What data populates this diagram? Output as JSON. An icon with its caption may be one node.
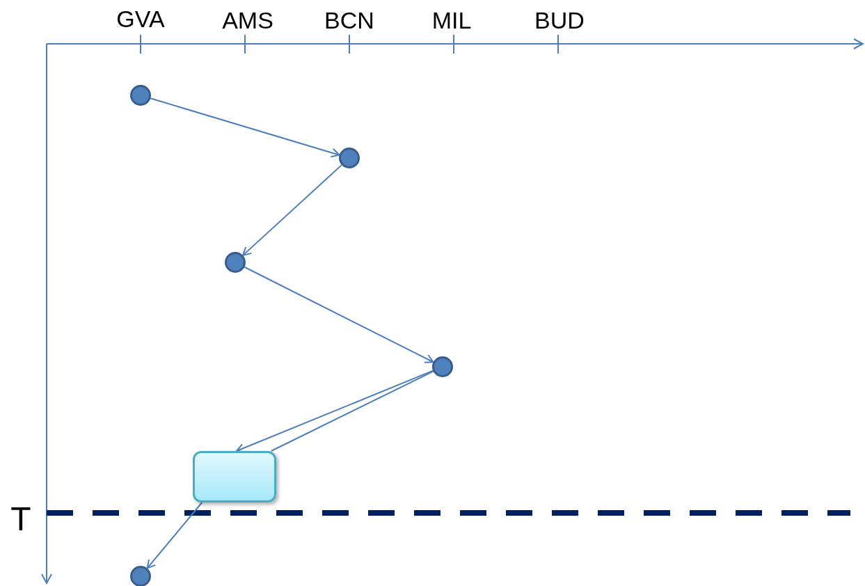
{
  "diagram": {
    "nodes": [
      {
        "text": [],
        "shape": "circle"
      },
      {
        "text": [],
        "shape": "circle"
      },
      {
        "text": [],
        "shape": "circle"
      },
      {
        "text": [],
        "shape": "circle"
      },
      {
        "text": [],
        "shape": "box"
      },
      {
        "text": [],
        "shape": "circle"
      }
    ],
    "edges": [
      {
        "from": 0,
        "to": 1,
        "arrow": "to"
      },
      {
        "from": 1,
        "to": 2,
        "arrow": "to"
      },
      {
        "from": 2,
        "to": 3,
        "arrow": "to"
      },
      {
        "from": 3,
        "to": 4,
        "arrow": "to"
      },
      {
        "from": 4,
        "to": 3,
        "arrow": "none"
      },
      {
        "from": 4,
        "to": 5,
        "arrow": "to"
      }
    ],
    "labels": [
      "GVA",
      "AMS",
      "BCN",
      "MIL",
      "BUD",
      "T"
    ]
  }
}
